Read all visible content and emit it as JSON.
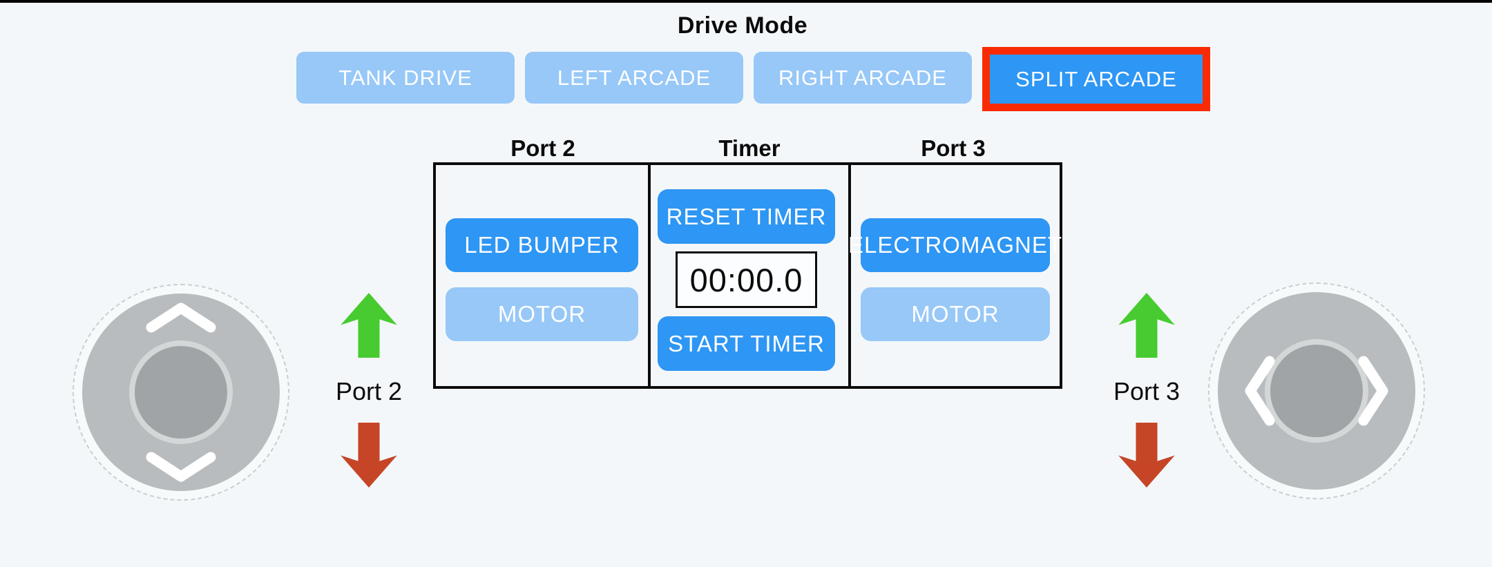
{
  "header": {
    "title": "Drive Mode"
  },
  "drive_mode": {
    "buttons": [
      {
        "label": "TANK DRIVE",
        "selected": false
      },
      {
        "label": "LEFT ARCADE",
        "selected": false
      },
      {
        "label": "RIGHT ARCADE",
        "selected": false
      },
      {
        "label": "SPLIT ARCADE",
        "selected": true
      }
    ]
  },
  "control_panel": {
    "columns": [
      {
        "header": "Port 2",
        "buttons": [
          {
            "label": "LED BUMPER",
            "state": "active"
          },
          {
            "label": "MOTOR",
            "state": "inactive"
          }
        ]
      },
      {
        "header": "Timer",
        "buttons": [
          {
            "label": "RESET TIMER",
            "state": "active"
          },
          {
            "label": "START TIMER",
            "state": "active"
          }
        ],
        "timer_display": "00:00.0"
      },
      {
        "header": "Port 3",
        "buttons": [
          {
            "label": "ELECTROMAGNET",
            "state": "active"
          },
          {
            "label": "MOTOR",
            "state": "inactive"
          }
        ]
      }
    ]
  },
  "joysticks": {
    "left": {
      "label": "Port 2",
      "axis": "vertical"
    },
    "right": {
      "label": "Port 3",
      "axis": "horizontal"
    }
  },
  "colors": {
    "active_blue": "#2e96f4",
    "inactive_blue": "#97c8f7",
    "selected_outline_red": "#fa2b02",
    "forward_green": "#47cb30",
    "reverse_red": "#c64527",
    "background": "#f4f7f9"
  }
}
